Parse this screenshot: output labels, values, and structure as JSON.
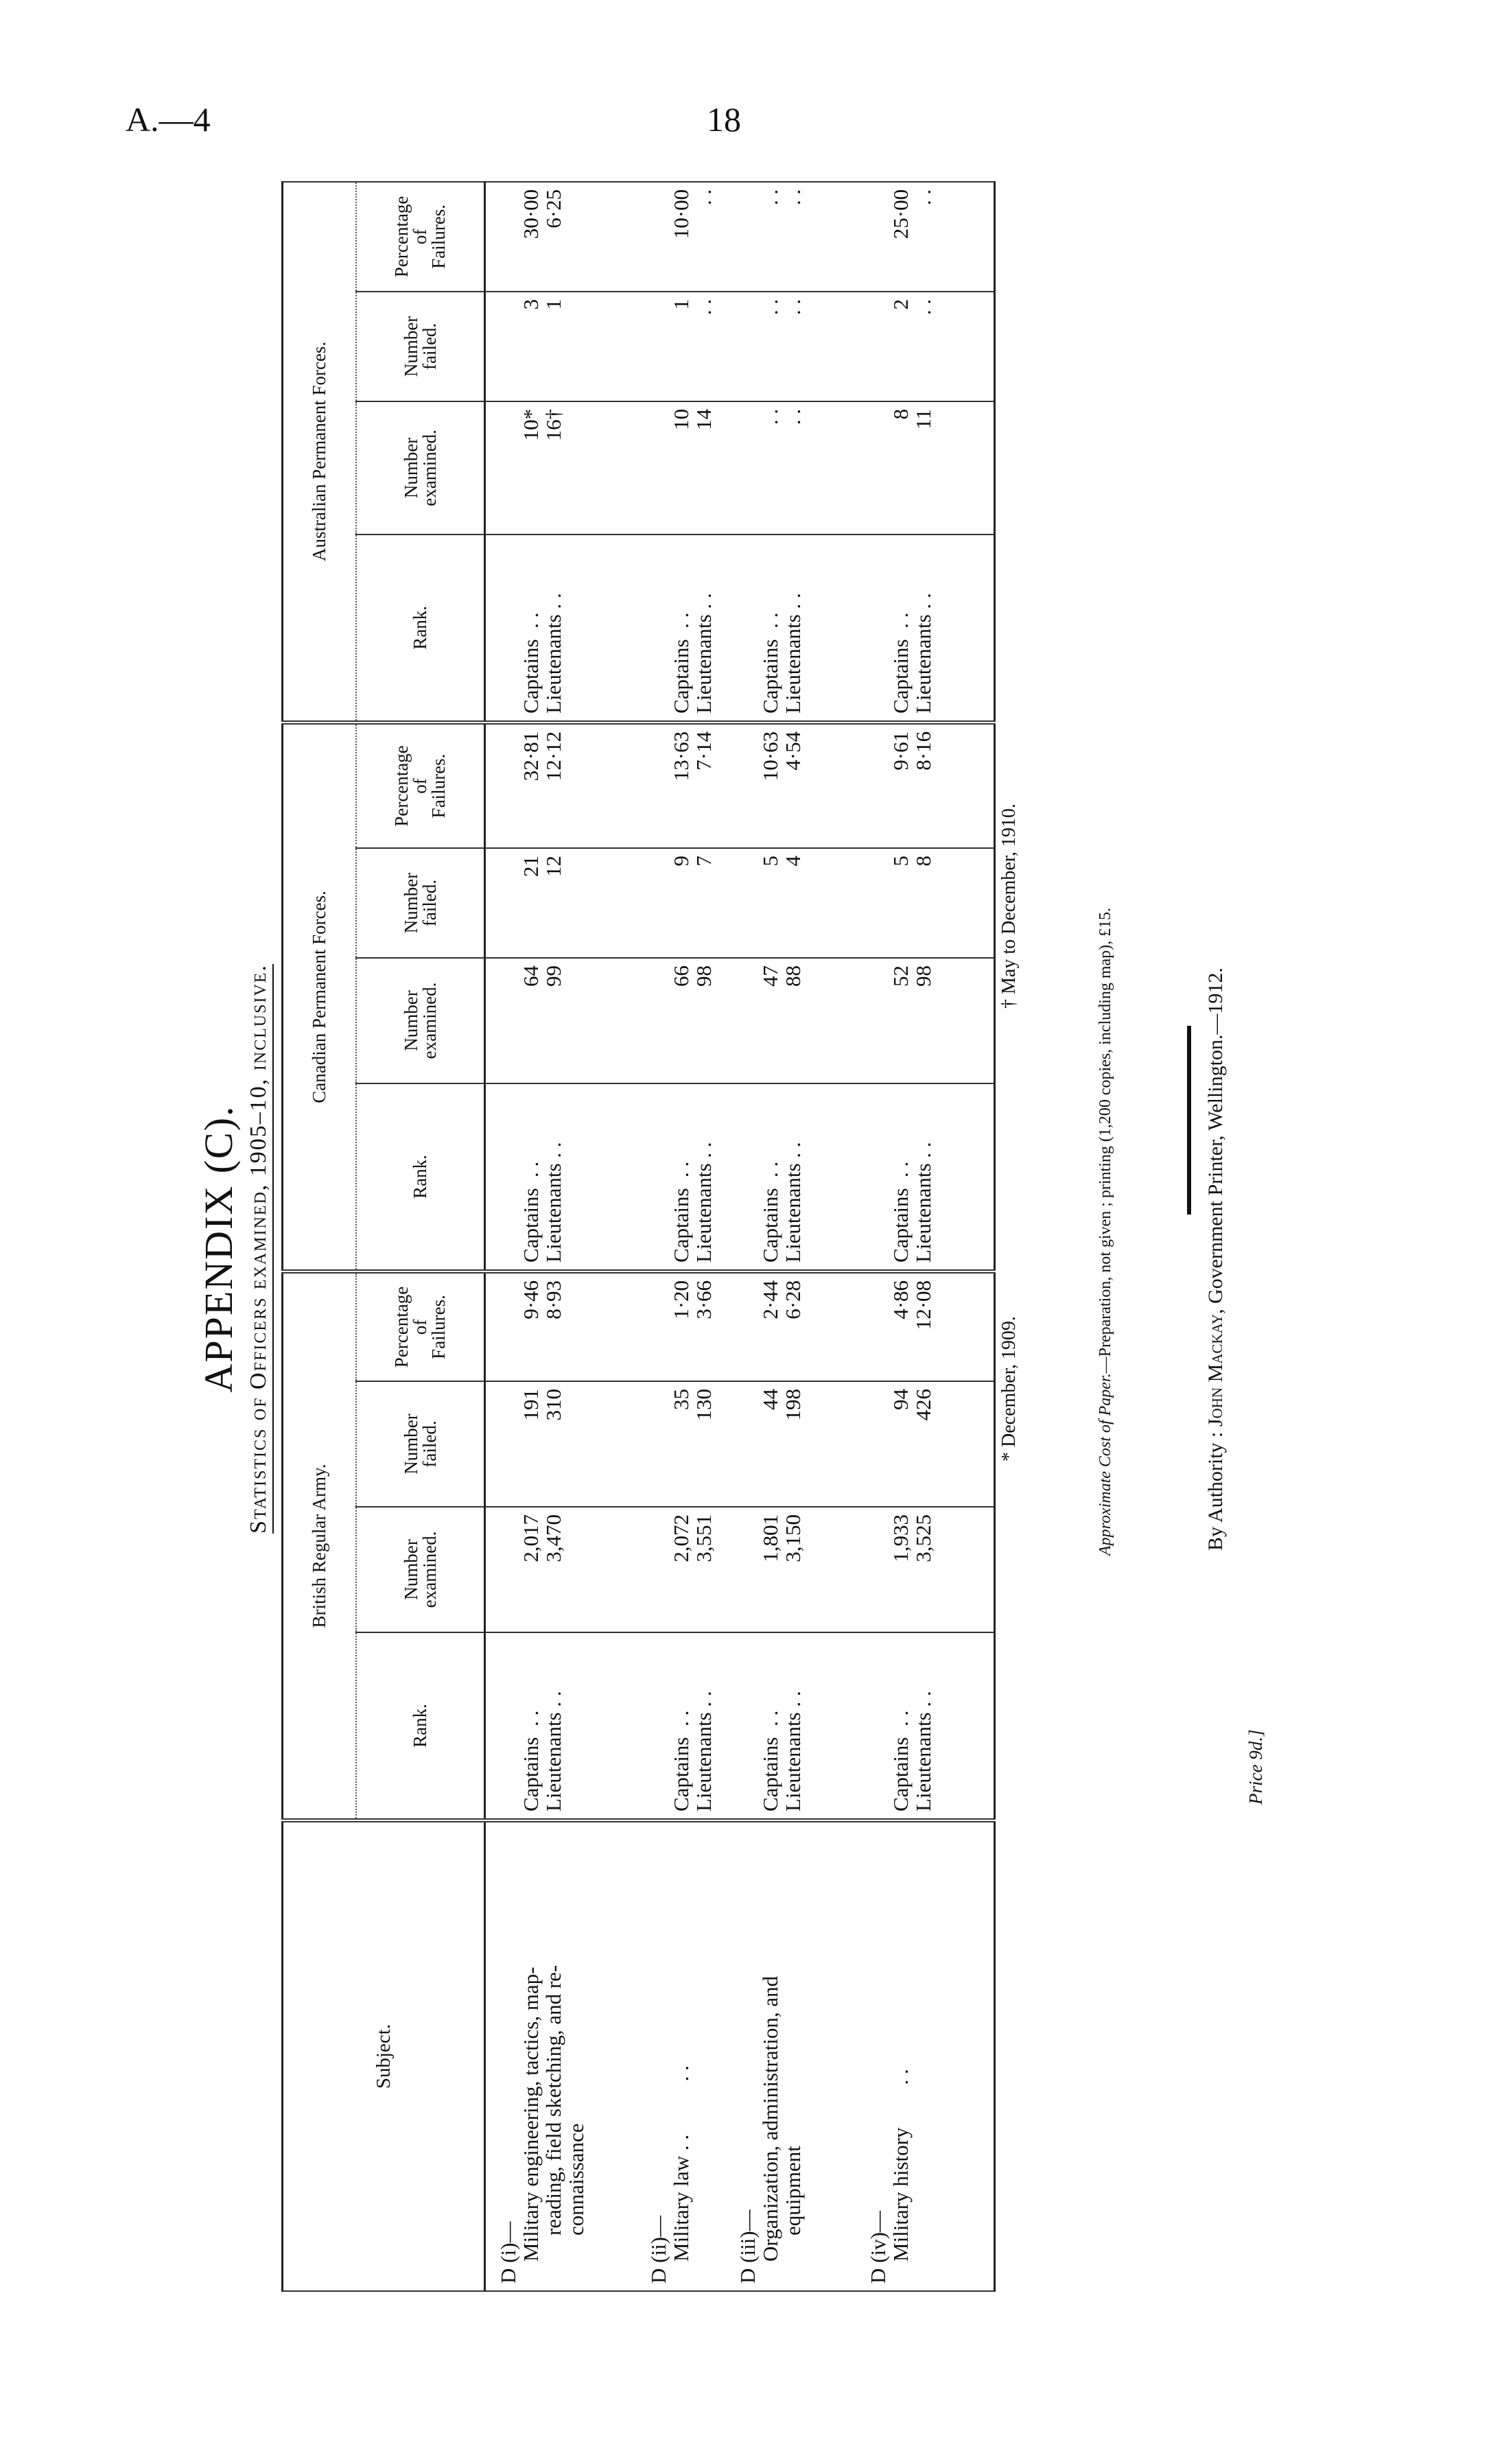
{
  "header": {
    "page_id": "A.—4",
    "page_number": "18"
  },
  "title": "APPENDIX (C).",
  "subtitle": "Statistics of Officers examined, 1905–10, inclusive.",
  "table": {
    "subject_header": "Subject.",
    "groups": [
      "British Regular Army.",
      "Canadian Permanent Forces.",
      "Australian Permanent Forces."
    ],
    "subheaders": [
      "Rank.",
      "Number\nexamined.",
      "Number\nfailed.",
      "Percentage\nof\nFailures."
    ],
    "rows": [
      {
        "subject_lines": [
          "D (i)—",
          "Military engineering, tactics, map-",
          "reading, field sketching, and re-",
          "connaissance"
        ],
        "ranks": [
          "Captains  . .",
          "Lieutenants . ."
        ],
        "british": {
          "examined": [
            "2,017",
            "3,470"
          ],
          "failed": [
            "191",
            "310"
          ],
          "percentage": [
            "9·46",
            "8·93"
          ]
        },
        "canadian": {
          "examined": [
            "64",
            "99"
          ],
          "failed": [
            "21",
            "12"
          ],
          "percentage": [
            "32·81",
            "12·12"
          ]
        },
        "australian": {
          "examined": [
            "10*",
            "16†"
          ],
          "failed": [
            "3",
            "1"
          ],
          "percentage": [
            "30·00",
            "6·25"
          ]
        }
      },
      {
        "subject_lines": [
          "D (ii)—",
          "Military law . .          . ."
        ],
        "ranks": [
          "Captains  . .",
          "Lieutenants . ."
        ],
        "british": {
          "examined": [
            "2,072",
            "3,551"
          ],
          "failed": [
            "35",
            "130"
          ],
          "percentage": [
            "1·20",
            "3·66"
          ]
        },
        "canadian": {
          "examined": [
            "66",
            "98"
          ],
          "failed": [
            "9",
            "7"
          ],
          "percentage": [
            "13·63",
            "7·14"
          ]
        },
        "australian": {
          "examined": [
            "10",
            "14"
          ],
          "failed": [
            "1",
            ". ."
          ],
          "percentage": [
            "10·00",
            ". ."
          ]
        }
      },
      {
        "subject_lines": [
          "D (iii)—",
          "Organization, administration, and",
          "equipment"
        ],
        "ranks": [
          "Captains  . .",
          "Lieutenants . ."
        ],
        "british": {
          "examined": [
            "1,801",
            "3,150"
          ],
          "failed": [
            "44",
            "198"
          ],
          "percentage": [
            "2·44",
            "6·28"
          ]
        },
        "canadian": {
          "examined": [
            "47",
            "88"
          ],
          "failed": [
            "5",
            "4"
          ],
          "percentage": [
            "10·63",
            "4·54"
          ]
        },
        "australian": {
          "examined": [
            ". .",
            ". ."
          ],
          "failed": [
            ". .",
            ". ."
          ],
          "percentage": [
            ". .",
            ". ."
          ]
        }
      },
      {
        "subject_lines": [
          "D (iv)—",
          "Military history        . ."
        ],
        "ranks": [
          "Captains  . .",
          "Lieutenants . ."
        ],
        "british": {
          "examined": [
            "1,933",
            "3,525"
          ],
          "failed": [
            "94",
            "426"
          ],
          "percentage": [
            "4·86",
            "12·08"
          ]
        },
        "canadian": {
          "examined": [
            "52",
            "98"
          ],
          "failed": [
            "5",
            "8"
          ],
          "percentage": [
            "9·61",
            "8·16"
          ]
        },
        "australian": {
          "examined": [
            "8",
            "11"
          ],
          "failed": [
            "2",
            ". ."
          ],
          "percentage": [
            "25·00",
            ". ."
          ]
        }
      }
    ]
  },
  "footnotes": [
    "* December, 1909.",
    "† May to December, 1910."
  ],
  "cost": {
    "label": "Approximate Cost of Paper.",
    "text": "—Preparation, not given ; printing (1,200 copies, including map), £15."
  },
  "authority": {
    "prefix": "By Authority : ",
    "name": "John Mackay",
    "suffix": ", Government Printer, Wellington.—1912."
  },
  "price": "Price 9d.]"
}
